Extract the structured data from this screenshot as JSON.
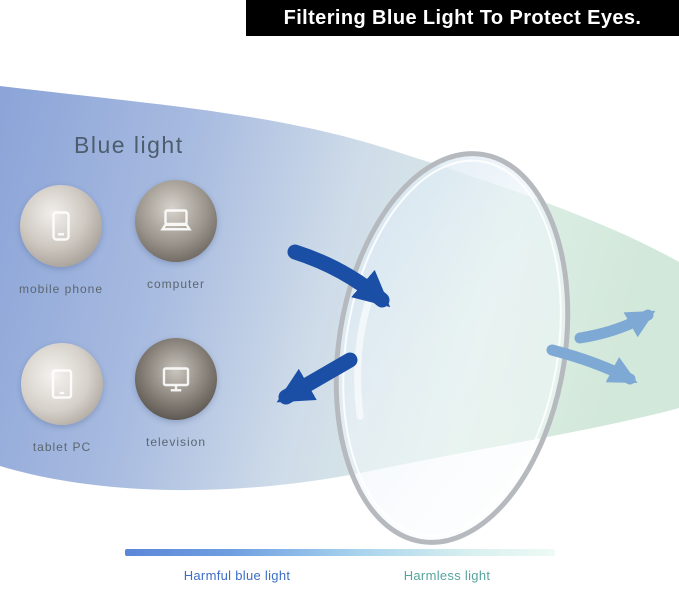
{
  "header": {
    "title": "Filtering Blue Light To Protect Eyes."
  },
  "labels": {
    "blue_light": "Blue light"
  },
  "devices": [
    {
      "label": "mobile phone",
      "icon": "smartphone-icon"
    },
    {
      "label": "computer",
      "icon": "laptop-icon"
    },
    {
      "label": "tablet PC",
      "icon": "tablet-icon"
    },
    {
      "label": "television",
      "icon": "tv-icon"
    }
  ],
  "legend": {
    "harmful": "Harmful blue light",
    "harmless": "Harmless light"
  },
  "colors": {
    "header_bg": "#000000",
    "header_text": "#ffffff",
    "dark_arrow": "#1b4fa5",
    "light_arrow": "#7fa9d5",
    "harmful_text": "#3d6ec5",
    "harmless_text": "#57a49e",
    "background_left": "#8ba4d8",
    "background_right": "#d2e8da",
    "lens_rim": "#b6babf"
  }
}
